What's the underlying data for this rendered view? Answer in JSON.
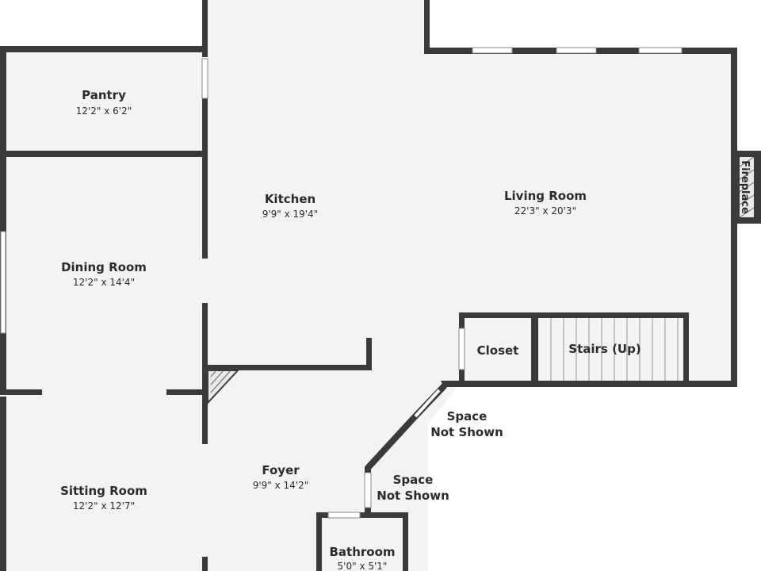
{
  "rooms": {
    "pantry": {
      "name": "Pantry",
      "dims": "12'2\" x 6'2\""
    },
    "kitchen": {
      "name": "Kitchen",
      "dims": "9'9\" x 19'4\""
    },
    "living_room": {
      "name": "Living Room",
      "dims": "22'3\" x 20'3\""
    },
    "dining_room": {
      "name": "Dining Room",
      "dims": "12'2\" x 14'4\""
    },
    "closet": {
      "name": "Closet"
    },
    "stairs": {
      "name": "Stairs (Up)"
    },
    "foyer": {
      "name": "Foyer",
      "dims": "9'9\" x 14'2\""
    },
    "sitting_room": {
      "name": "Sitting Room",
      "dims": "12'2\" x 12'7\""
    },
    "bathroom": {
      "name": "Bathroom",
      "dims": "5'0\" x 5'1\""
    }
  },
  "unshown_areas": [
    {
      "line1": "Space",
      "line2": "Not Shown"
    },
    {
      "line1": "Space",
      "line2": "Not Shown"
    }
  ],
  "fireplace_label": "Fireplace",
  "colors": {
    "wall": "#3a3a3a",
    "floor": "#f3f3f3",
    "background": "#ffffff"
  }
}
